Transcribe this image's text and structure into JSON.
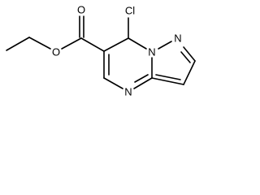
{
  "molecule": {
    "atoms": {
      "chlorine": "Cl",
      "carbonyl_oxygen": "O",
      "ester_oxygen": "O",
      "bridge_nitrogen": "N",
      "pyrazole_nitrogen": "N",
      "ring_nitrogen": "N"
    }
  }
}
